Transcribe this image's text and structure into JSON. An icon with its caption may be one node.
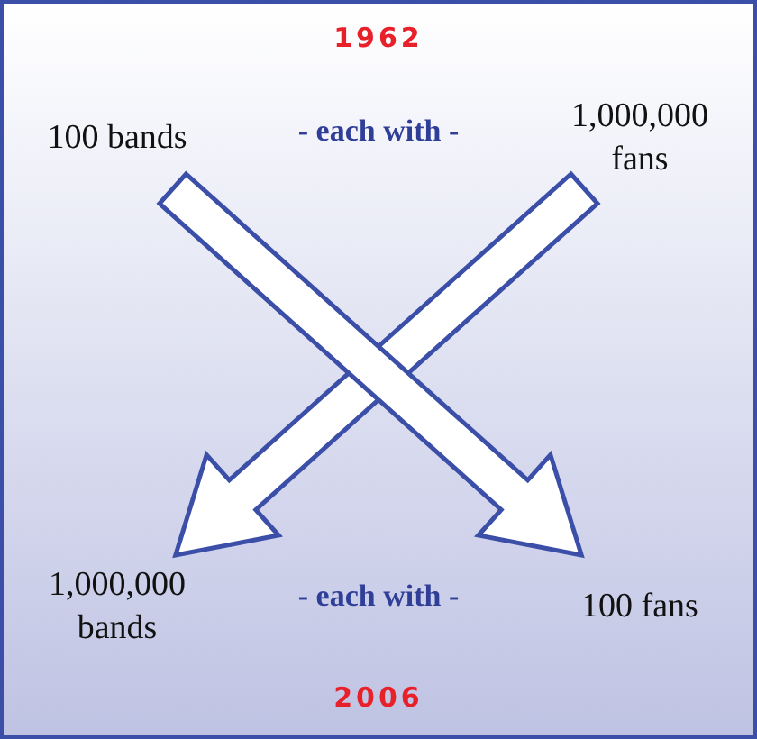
{
  "diagram": {
    "nodes": [
      {
        "text": [
          "100 bands"
        ]
      },
      {
        "text": [
          "1,000,000 fans"
        ]
      },
      {
        "text": [
          "1,000,000 bands"
        ]
      },
      {
        "text": [
          "100 fans"
        ]
      }
    ],
    "edges": [
      {
        "from": 1,
        "to": 2,
        "arrow": "to"
      },
      {
        "from": 0,
        "to": 3,
        "arrow": "to"
      }
    ],
    "labels": [
      "1962",
      "- each with -",
      "- each with -",
      "2006"
    ]
  }
}
